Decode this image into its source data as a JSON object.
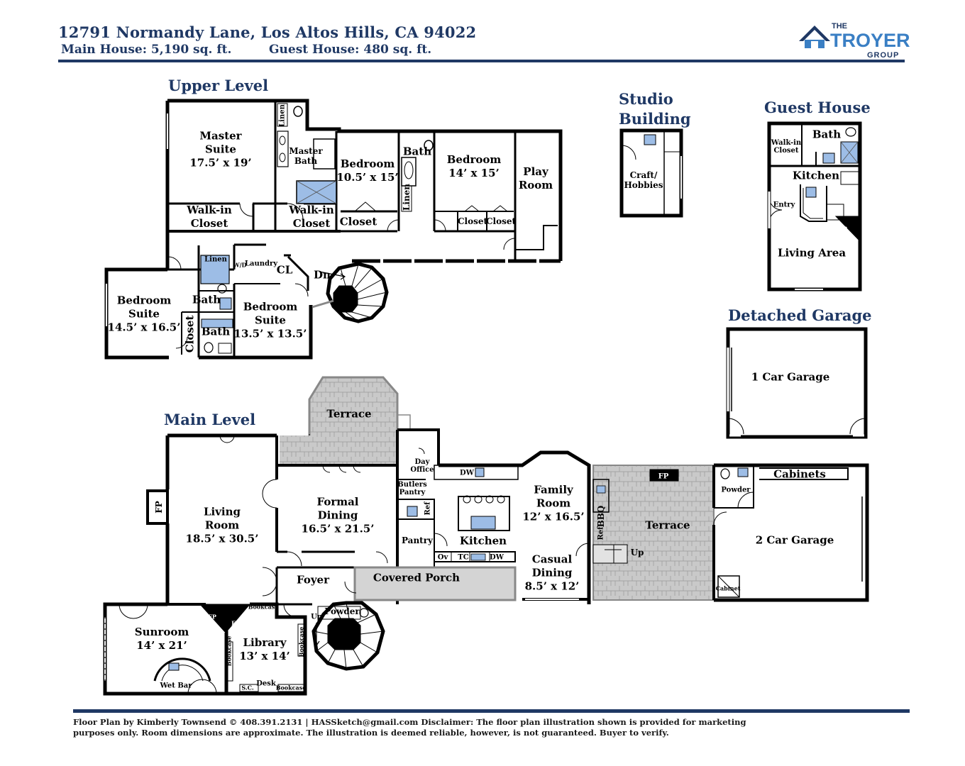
{
  "header": {
    "address": "12791 Normandy Lane, Los Altos Hills, CA 94022",
    "main_house": "Main House:  5,190 sq. ft.",
    "guest_house": "Guest House: 480 sq. ft."
  },
  "logo": {
    "the": "THE",
    "name": "TROYER",
    "group": "GROUP"
  },
  "colors": {
    "brand_navy": "#1f3864",
    "logo_blue": "#3a7fc4",
    "terrace_gray": "#c8c8c8",
    "fixture_blue": "#9dbde6"
  },
  "sections": {
    "upper": "Upper Level",
    "main": "Main Level",
    "studio_line1": "Studio",
    "studio_line2": "Building",
    "guest": "Guest House",
    "garage": "Detached Garage"
  },
  "upper": {
    "master_suite": [
      "Master",
      "Suite",
      "17.5’ x 19’"
    ],
    "master_bath": [
      "Master",
      "Bath"
    ],
    "linen1": "Linen",
    "walkin1": [
      "Walk-in",
      "Closet"
    ],
    "walkin2": [
      "Walk-in",
      "Closet"
    ],
    "bedroom1": [
      "Bedroom",
      "10.5’ x 15’"
    ],
    "closet1": "Closet",
    "bath1": "Bath",
    "linen2": "Linen",
    "bedroom2": [
      "Bedroom",
      "14’ x 15’"
    ],
    "closet2": "Closet",
    "closet3": "Closet",
    "play_room": [
      "Play",
      "Room"
    ],
    "linen3": "Linen",
    "wd": "W/D",
    "laundry": "Laundry",
    "cl": "CL",
    "dn": "Dn",
    "bedroom_suite1": [
      "Bedroom",
      "Suite",
      "14.5’ x 16.5’"
    ],
    "bath2": "Bath",
    "closet4": "Closet",
    "bath3": "Bath",
    "bedroom_suite2": [
      "Bedroom",
      "Suite",
      "13.5’ x 13.5’"
    ]
  },
  "studio": {
    "craft": [
      "Craft/",
      "Hobbies"
    ]
  },
  "guest": {
    "walkin": [
      "Walk-in",
      "Closet"
    ],
    "bath": "Bath",
    "kitchen": "Kitchen",
    "entry": "Entry",
    "fp": "FP",
    "living": "Living Area"
  },
  "garage1": {
    "label": "1 Car Garage"
  },
  "main": {
    "terrace1": "Terrace",
    "fp": "FP",
    "living_room": [
      "Living",
      "Room",
      "18.5’ x 30.5’"
    ],
    "formal_dining": [
      "Formal",
      "Dining",
      "16.5’ x 21.5’"
    ],
    "day_office": [
      "Day",
      "Office"
    ],
    "butlers_pantry": [
      "Butlers",
      "Pantry"
    ],
    "ref": "Ref",
    "pantry": "Pantry",
    "kitchen": "Kitchen",
    "dw1": "DW",
    "ov": "Ov",
    "tc": "TC",
    "dw2": "DW",
    "family_room": [
      "Family",
      "Room",
      "12’ x 16.5’"
    ],
    "casual_dining": [
      "Casual",
      "Dining",
      "8.5’ x 12’"
    ],
    "bbq": "BBQ",
    "ref2": "Ref",
    "up1": "Up",
    "terrace2": "Terrace",
    "fp2": "FP",
    "powder1": "Powder",
    "cabinets": "Cabinets",
    "garage2": "2 Car Garage",
    "cabinet": "Cabinet",
    "foyer": "Foyer",
    "covered_porch": "Covered Porch",
    "powder2": "Powder",
    "up2": "Up",
    "sunroom": [
      "Sunroom",
      "14’ x 21’"
    ],
    "wet_bar": "Wet Bar",
    "fp3": "FP",
    "fp4": "FP",
    "bookcase1": "Bookcase",
    "library": [
      "Library",
      "13’ x 14’"
    ],
    "bookcase2": "Bookcase",
    "bookcase3": "Bookcase",
    "bookcase4": "Bookcase",
    "desk": "Desk",
    "sc": "S.C."
  },
  "footer": {
    "line1": "Floor Plan by Kimberly Townsend ©   408.391.2131   |   HASSketch@gmail.com  Disclaimer: The floor plan illustration shown is provided for marketing",
    "line2": "purposes only. Room dimensions are approximate. The illustration is deemed reliable, however, is not guaranteed. Buyer to verify."
  }
}
